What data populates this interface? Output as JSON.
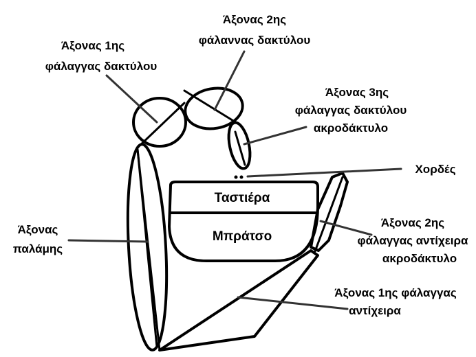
{
  "colors": {
    "stroke": "#000000",
    "background": "#ffffff",
    "connector": "#333333"
  },
  "labels": {
    "axis_1st_finger_l1": "Άξονας 1ης",
    "axis_1st_finger_l2": "φάλαγγας δακτύλου",
    "axis_2nd_finger_l1": "Άξονας 2ης",
    "axis_2nd_finger_l2": "φάλαννας δακτύλου",
    "axis_3rd_finger_l1": "Άξονας 3ης",
    "axis_3rd_finger_l2": "φάλαγγας δακτύλου",
    "axis_3rd_finger_l3": "ακροδάκτυλο",
    "strings": "Χορδές",
    "palm_l1": "Άξονας",
    "palm_l2": "παλάμης",
    "axis_2nd_thumb_l1": "Άξονας 2ης",
    "axis_2nd_thumb_l2": "φάλαγγας αντίχειρα",
    "axis_2nd_thumb_l3": "ακροδάκτυλο",
    "axis_1st_thumb_l1": "Άξονας 1ης φάλαγγας",
    "axis_1st_thumb_l2": "αντίχειρα",
    "fingerboard": "Ταστιέρα",
    "neck": "Μπράτσο"
  }
}
